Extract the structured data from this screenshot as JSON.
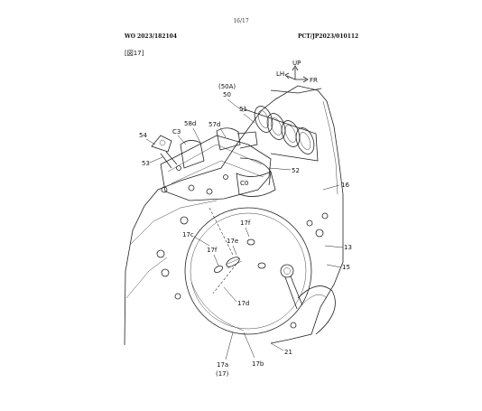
{
  "header": {
    "page_number": "16/17",
    "publication_number": "WO 2023/182104",
    "application_number": "PCT/JP2023/010112",
    "figure_label": "[図17]"
  },
  "orientation": {
    "up": "UP",
    "left": "LH",
    "front": "FR"
  },
  "labels": {
    "ref_50A": "(50A)",
    "ref_50": "50",
    "ref_51": "51",
    "ref_58d": "58d",
    "ref_57d": "57d",
    "ref_C3": "C3",
    "ref_54": "54",
    "ref_53": "53",
    "ref_52": "52",
    "ref_C0": "C0",
    "ref_16": "16",
    "ref_17f_top": "17f",
    "ref_17c": "17c",
    "ref_17e": "17e",
    "ref_17f_left": "17f",
    "ref_13": "13",
    "ref_15": "15",
    "ref_17d": "17d",
    "ref_21": "21",
    "ref_17a": "17a",
    "ref_17_paren": "(17)",
    "ref_17b": "17b"
  }
}
